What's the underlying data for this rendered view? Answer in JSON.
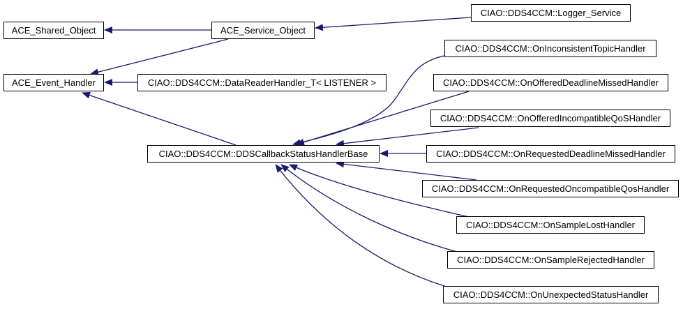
{
  "diagram": {
    "type": "inheritance-graph",
    "edge_color": "#191970",
    "nodes": [
      {
        "id": "ace_shared_object",
        "label": "ACE_Shared_Object"
      },
      {
        "id": "ace_service_object",
        "label": "ACE_Service_Object"
      },
      {
        "id": "logger_service",
        "label": "CIAO::DDS4CCM::Logger_Service"
      },
      {
        "id": "ace_event_handler",
        "label": "ACE_Event_Handler"
      },
      {
        "id": "datareader_handler",
        "label": "CIAO::DDS4CCM::DataReaderHandler_T< LISTENER >"
      },
      {
        "id": "dds_callback_base",
        "label": "CIAO::DDS4CCM::DDSCallbackStatusHandlerBase"
      },
      {
        "id": "on_inconsistent_topic",
        "label": "CIAO::DDS4CCM::OnInconsistentTopicHandler"
      },
      {
        "id": "on_offered_deadline_missed",
        "label": "CIAO::DDS4CCM::OnOfferedDeadlineMissedHandler"
      },
      {
        "id": "on_offered_incompatible_qos",
        "label": "CIAO::DDS4CCM::OnOfferedIncompatibleQoSHandler"
      },
      {
        "id": "on_requested_deadline_missed",
        "label": "CIAO::DDS4CCM::OnRequestedDeadlineMissedHandler"
      },
      {
        "id": "on_requested_oncompatible_qos",
        "label": "CIAO::DDS4CCM::OnRequestedOncompatibleQosHandler"
      },
      {
        "id": "on_sample_lost",
        "label": "CIAO::DDS4CCM::OnSampleLostHandler"
      },
      {
        "id": "on_sample_rejected",
        "label": "CIAO::DDS4CCM::OnSampleRejectedHandler"
      },
      {
        "id": "on_unexpected_status",
        "label": "CIAO::DDS4CCM::OnUnexpectedStatusHandler"
      }
    ],
    "edges": [
      {
        "from": "ace_service_object",
        "to": "ace_shared_object"
      },
      {
        "from": "logger_service",
        "to": "ace_service_object"
      },
      {
        "from": "ace_service_object",
        "to": "ace_event_handler"
      },
      {
        "from": "datareader_handler",
        "to": "ace_event_handler"
      },
      {
        "from": "dds_callback_base",
        "to": "ace_event_handler"
      },
      {
        "from": "on_inconsistent_topic",
        "to": "dds_callback_base"
      },
      {
        "from": "on_offered_deadline_missed",
        "to": "dds_callback_base"
      },
      {
        "from": "on_offered_incompatible_qos",
        "to": "dds_callback_base"
      },
      {
        "from": "on_requested_deadline_missed",
        "to": "dds_callback_base"
      },
      {
        "from": "on_requested_oncompatible_qos",
        "to": "dds_callback_base"
      },
      {
        "from": "on_sample_lost",
        "to": "dds_callback_base"
      },
      {
        "from": "on_sample_rejected",
        "to": "dds_callback_base"
      },
      {
        "from": "on_unexpected_status",
        "to": "dds_callback_base"
      }
    ]
  }
}
